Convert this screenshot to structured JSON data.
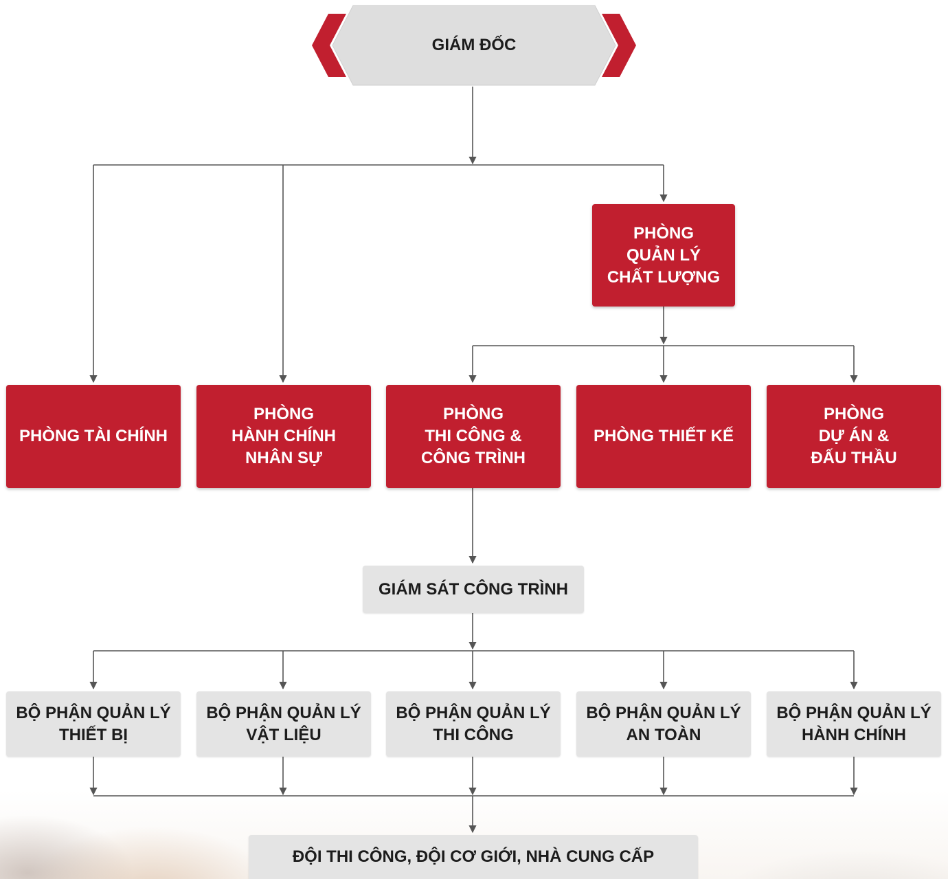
{
  "director": {
    "label": "GIÁM ĐỐC"
  },
  "quality_dept": {
    "label": "PHÒNG\nQUẢN LÝ\nCHẤT LƯỢNG"
  },
  "departments": [
    {
      "label": "PHÒNG TÀI CHÍNH"
    },
    {
      "label": "PHÒNG\nHÀNH CHÍNH\nNHÂN SỰ"
    },
    {
      "label": "PHÒNG\nTHI CÔNG &\nCÔNG TRÌNH"
    },
    {
      "label": "PHÒNG THIẾT KẾ"
    },
    {
      "label": "PHÒNG\nDỰ ÁN &\nĐẤU THẦU"
    }
  ],
  "supervision": {
    "label": "GIÁM SÁT CÔNG TRÌNH"
  },
  "units": [
    {
      "label": "BỘ PHẬN QUẢN LÝ\nTHIẾT BỊ"
    },
    {
      "label": "BỘ PHẬN QUẢN LÝ\nVẬT LIỆU"
    },
    {
      "label": "BỘ PHẬN QUẢN LÝ\nTHI CÔNG"
    },
    {
      "label": "BỘ PHẬN QUẢN LÝ\nAN TOÀN"
    },
    {
      "label": "BỘ PHẬN QUẢN LÝ\nHÀNH CHÍNH"
    }
  ],
  "teams": {
    "label": "ĐỘI THI CÔNG, ĐỘI CƠ GIỚI, NHÀ CUNG CẤP"
  },
  "colors": {
    "primary_red": "#c11f2f",
    "neutral_grey": "#e4e4e4",
    "connector": "#555555",
    "text_dark": "#1c1c1c"
  }
}
